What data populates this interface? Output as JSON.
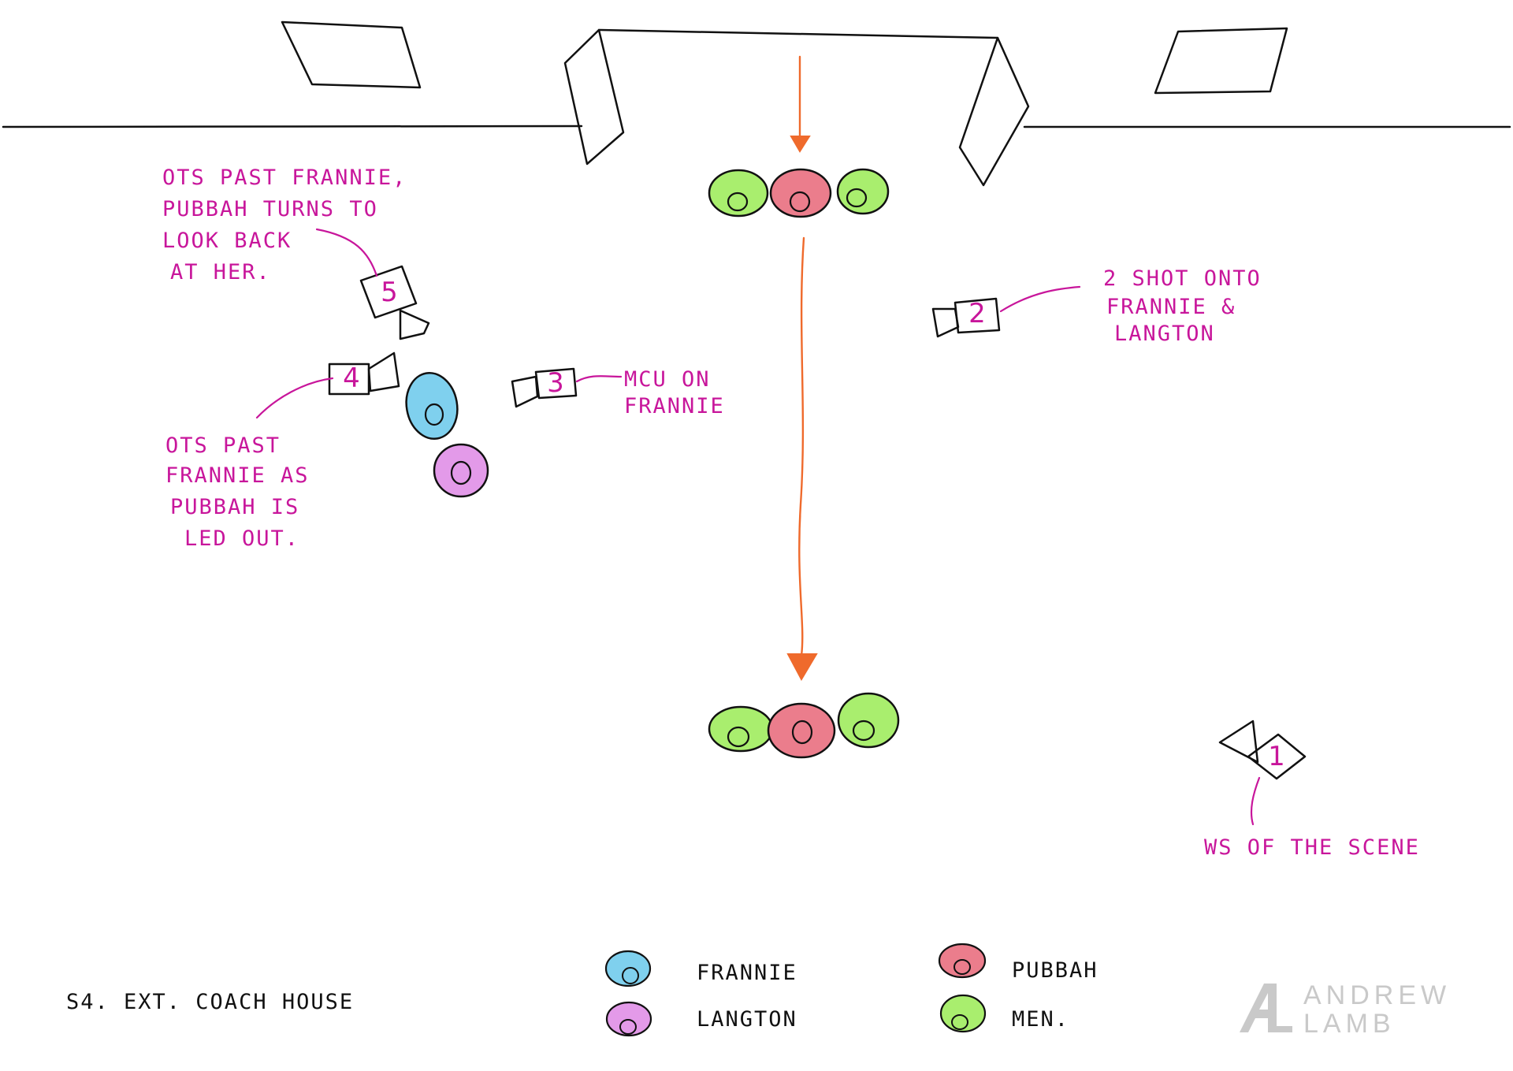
{
  "scene_heading": "S4. EXT. COACH HOUSE",
  "colors": {
    "frannie": "#7fd0ee",
    "langton": "#e39ae9",
    "pubbah": "#eb7d8c",
    "men": "#a9ee6e",
    "annotation": "#c8169b",
    "movement_arrow": "#ef6a2c"
  },
  "cameras": [
    {
      "id": "camera-1",
      "number": "1",
      "note_lines": [
        "WS OF THE SCENE"
      ]
    },
    {
      "id": "camera-2",
      "number": "2",
      "note_lines": [
        "2 SHOT ONTO",
        "FRANNIE &",
        "LANGTON"
      ]
    },
    {
      "id": "camera-3",
      "number": "3",
      "note_lines": [
        "MCU ON",
        "FRANNIE"
      ]
    },
    {
      "id": "camera-4",
      "number": "4",
      "note_lines": [
        "OTS PAST",
        "FRANNIE AS",
        "PUBBAH IS",
        "LED OUT."
      ]
    },
    {
      "id": "camera-5",
      "number": "5",
      "note_lines": [
        "OTS PAST FRANNIE,",
        "PUBBAH TURNS TO",
        "LOOK BACK",
        "AT HER."
      ]
    }
  ],
  "legend": [
    {
      "label": "FRANNIE",
      "color_key": "frannie"
    },
    {
      "label": "LANGTON",
      "color_key": "langton"
    },
    {
      "label": "PUBBAH",
      "color_key": "pubbah"
    },
    {
      "label": "MEN.",
      "color_key": "men"
    }
  ],
  "logo": {
    "line1": "ANDREW",
    "line2": "LAMB"
  }
}
